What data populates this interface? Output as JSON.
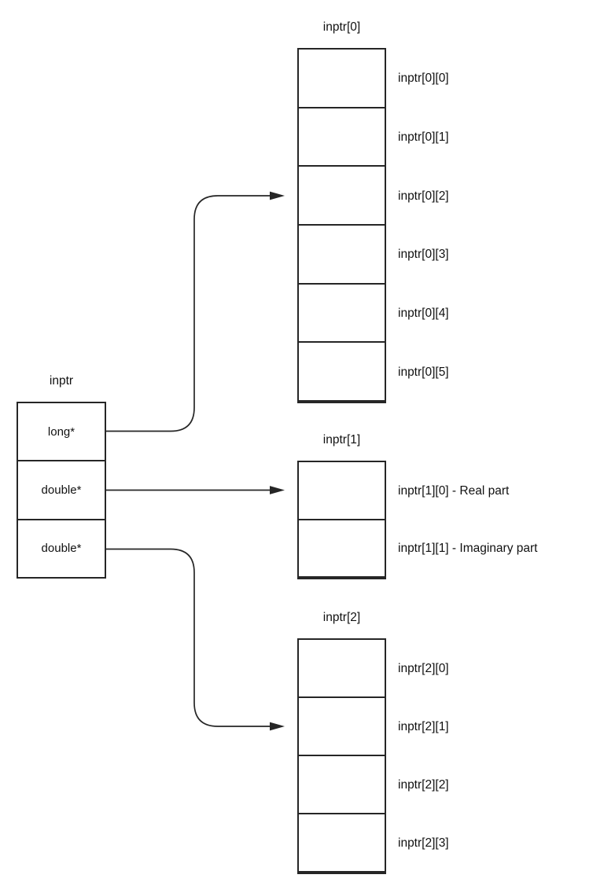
{
  "diagram": {
    "pointer_box": {
      "title": "inptr",
      "cells": [
        {
          "label": "long*"
        },
        {
          "label": "double*"
        },
        {
          "label": "double*"
        }
      ]
    },
    "arrays": [
      {
        "title": "inptr[0]",
        "cells": [
          {
            "label": "inptr[0][0]"
          },
          {
            "label": "inptr[0][1]"
          },
          {
            "label": "inptr[0][2]"
          },
          {
            "label": "inptr[0][3]"
          },
          {
            "label": "inptr[0][4]"
          },
          {
            "label": "inptr[0][5]"
          }
        ]
      },
      {
        "title": "inptr[1]",
        "cells": [
          {
            "label": "inptr[1][0] - Real part"
          },
          {
            "label": "inptr[1][1] - Imaginary part"
          }
        ]
      },
      {
        "title": "inptr[2]",
        "cells": [
          {
            "label": "inptr[2][0]"
          },
          {
            "label": "inptr[2][1]"
          },
          {
            "label": "inptr[2][2]"
          },
          {
            "label": "inptr[2][3]"
          }
        ]
      }
    ],
    "arrows": [
      {
        "name": "long*-to-inptr[0]"
      },
      {
        "name": "double*-to-inptr[1]"
      },
      {
        "name": "double*-to-inptr[2]"
      }
    ],
    "colors": {
      "line": "#262626",
      "text": "#111111",
      "background": "#ffffff"
    }
  }
}
